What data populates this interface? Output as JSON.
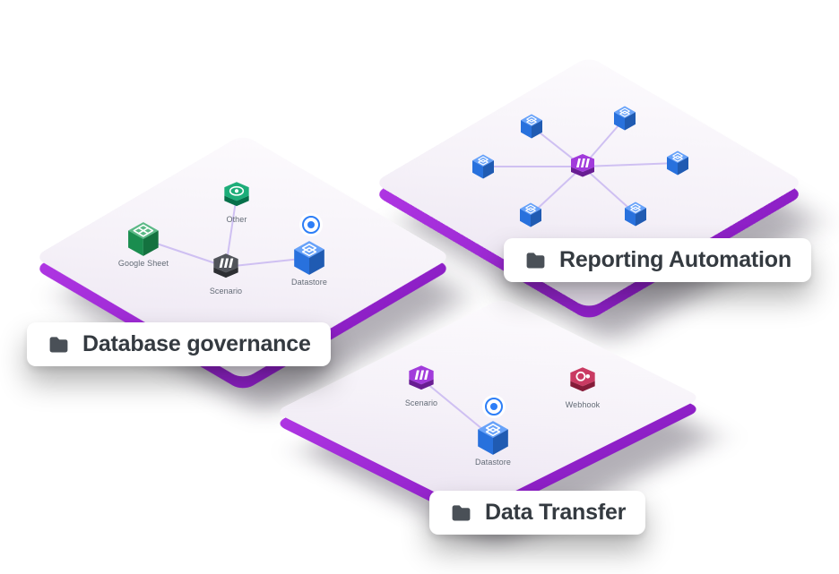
{
  "colors": {
    "card_edge_purple": "#ae35e2",
    "card_surface": "#f5f1f8",
    "connector": "#cfc0f2",
    "datastore_blue": "#2d7ef7",
    "sheet_green": "#1d9e58",
    "other_green": "#0aa66e",
    "scenario_dark": "#43464c",
    "scenario_purple": "#9a2bd8",
    "webhook_red": "#c52a55",
    "label_text": "#636b76",
    "pill_text": "#343a40",
    "pill_icon": "#4a5057"
  },
  "cards": {
    "database_governance": {
      "label": "Database governance",
      "nodes": {
        "other": {
          "label": "Other"
        },
        "google_sheet": {
          "label": "Google Sheet"
        },
        "scenario": {
          "label": "Scenario"
        },
        "datastore": {
          "label": "Datastore"
        }
      }
    },
    "reporting_automation": {
      "label": "Reporting Automation"
    },
    "data_transfer": {
      "label": "Data Transfer",
      "nodes": {
        "scenario": {
          "label": "Scenario"
        },
        "datastore": {
          "label": "Datastore"
        },
        "webhook": {
          "label": "Webhook"
        }
      }
    }
  }
}
